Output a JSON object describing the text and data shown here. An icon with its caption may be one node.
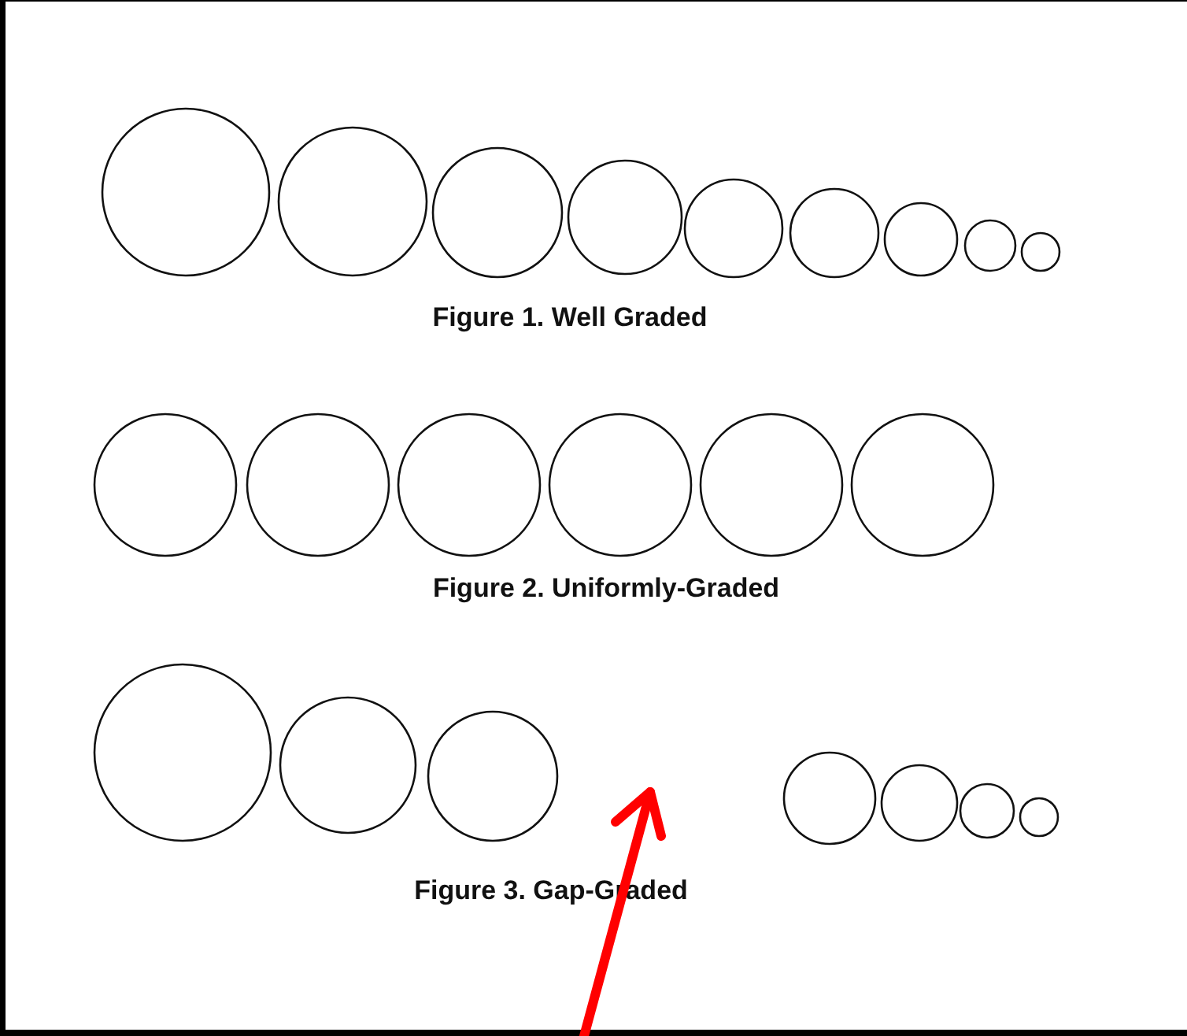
{
  "diagram": {
    "labels": [
      "Figure 1. Well Graded",
      "Figure 2. Uniformly-Graded",
      "Figure 3. Gap-Graded"
    ]
  }
}
